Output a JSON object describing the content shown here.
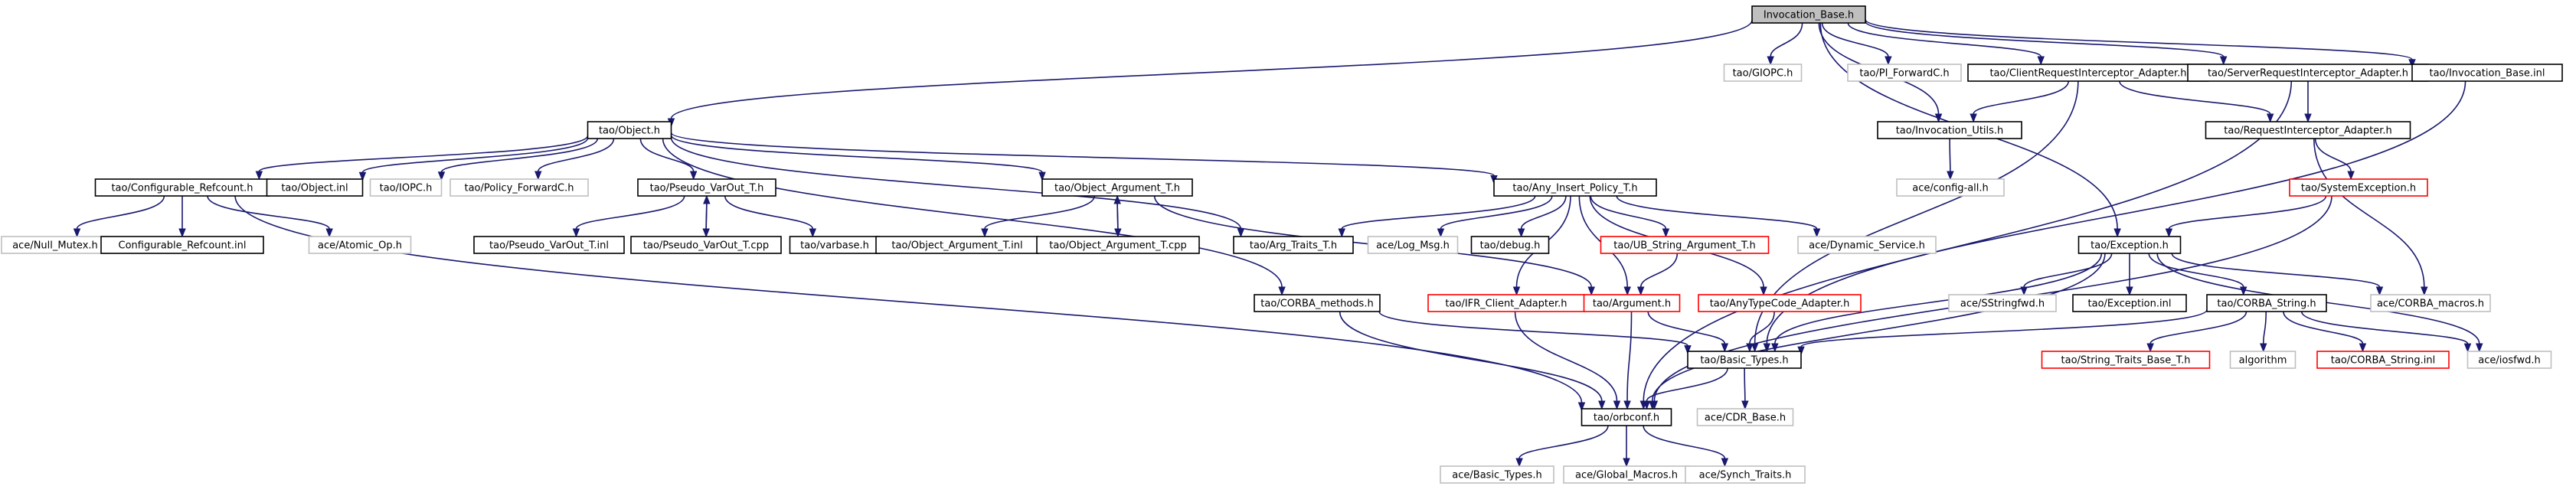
{
  "colors": {
    "edge": "#191970",
    "root_fill": "#bfbfbf",
    "normal_border": "#000000",
    "red_border": "#ff0000",
    "plain_border": "#bfbfbf",
    "text": "#000000"
  },
  "nodes": [
    {
      "id": "invocation_base_h",
      "label": "Invocation_Base.h",
      "style": "root"
    },
    {
      "id": "giopc_h",
      "label": "tao/GIOPC.h",
      "style": "plain"
    },
    {
      "id": "pi_forwardc_h",
      "label": "tao/PI_ForwardC.h",
      "style": "plain"
    },
    {
      "id": "client_req_interceptor_adapter_h",
      "label": "tao/ClientRequestInterceptor_Adapter.h",
      "style": "normal"
    },
    {
      "id": "server_req_interceptor_adapter_h",
      "label": "tao/ServerRequestInterceptor_Adapter.h",
      "style": "normal"
    },
    {
      "id": "invocation_base_inl",
      "label": "tao/Invocation_Base.inl",
      "style": "normal"
    },
    {
      "id": "object_h",
      "label": "tao/Object.h",
      "style": "normal"
    },
    {
      "id": "invocation_utils_h",
      "label": "tao/Invocation_Utils.h",
      "style": "normal"
    },
    {
      "id": "request_interceptor_adapter_h",
      "label": "tao/RequestInterceptor_Adapter.h",
      "style": "normal"
    },
    {
      "id": "configurable_refcount_h",
      "label": "tao/Configurable_Refcount.h",
      "style": "normal"
    },
    {
      "id": "object_inl",
      "label": "tao/Object.inl",
      "style": "normal"
    },
    {
      "id": "iopc_h",
      "label": "tao/IOPC.h",
      "style": "plain"
    },
    {
      "id": "policy_forwardc_h",
      "label": "tao/Policy_ForwardC.h",
      "style": "plain"
    },
    {
      "id": "pseudo_varout_t_h",
      "label": "tao/Pseudo_VarOut_T.h",
      "style": "normal"
    },
    {
      "id": "object_argument_t_h",
      "label": "tao/Object_Argument_T.h",
      "style": "normal"
    },
    {
      "id": "any_insert_policy_t_h",
      "label": "tao/Any_Insert_Policy_T.h",
      "style": "normal"
    },
    {
      "id": "config_all_h",
      "label": "ace/config-all.h",
      "style": "plain"
    },
    {
      "id": "system_exception_h",
      "label": "tao/SystemException.h",
      "style": "red"
    },
    {
      "id": "null_mutex_h",
      "label": "ace/Null_Mutex.h",
      "style": "plain"
    },
    {
      "id": "configurable_refcount_inl",
      "label": "Configurable_Refcount.inl",
      "style": "normal"
    },
    {
      "id": "atomic_op_h",
      "label": "ace/Atomic_Op.h",
      "style": "plain"
    },
    {
      "id": "pseudo_varout_t_inl",
      "label": "tao/Pseudo_VarOut_T.inl",
      "style": "normal"
    },
    {
      "id": "pseudo_varout_t_cpp",
      "label": "tao/Pseudo_VarOut_T.cpp",
      "style": "normal"
    },
    {
      "id": "varbase_h",
      "label": "tao/varbase.h",
      "style": "normal"
    },
    {
      "id": "object_argument_t_inl",
      "label": "tao/Object_Argument_T.inl",
      "style": "normal"
    },
    {
      "id": "object_argument_t_cpp",
      "label": "tao/Object_Argument_T.cpp",
      "style": "normal"
    },
    {
      "id": "arg_traits_t_h",
      "label": "tao/Arg_Traits_T.h",
      "style": "normal"
    },
    {
      "id": "log_msg_h",
      "label": "ace/Log_Msg.h",
      "style": "plain"
    },
    {
      "id": "debug_h",
      "label": "tao/debug.h",
      "style": "normal"
    },
    {
      "id": "ub_string_argument_t_h",
      "label": "tao/UB_String_Argument_T.h",
      "style": "red"
    },
    {
      "id": "dynamic_service_h",
      "label": "ace/Dynamic_Service.h",
      "style": "plain"
    },
    {
      "id": "exception_h",
      "label": "tao/Exception.h",
      "style": "normal"
    },
    {
      "id": "corba_methods_h",
      "label": "tao/CORBA_methods.h",
      "style": "normal"
    },
    {
      "id": "ifr_client_adapter_h",
      "label": "tao/IFR_Client_Adapter.h",
      "style": "red"
    },
    {
      "id": "argument_h",
      "label": "tao/Argument.h",
      "style": "red"
    },
    {
      "id": "anytypecode_adapter_h",
      "label": "tao/AnyTypeCode_Adapter.h",
      "style": "red"
    },
    {
      "id": "sstringfwd_h",
      "label": "ace/SStringfwd.h",
      "style": "plain"
    },
    {
      "id": "exception_inl",
      "label": "tao/Exception.inl",
      "style": "normal"
    },
    {
      "id": "corba_string_h",
      "label": "tao/CORBA_String.h",
      "style": "normal"
    },
    {
      "id": "corba_macros_h",
      "label": "ace/CORBA_macros.h",
      "style": "plain"
    },
    {
      "id": "basic_types_h",
      "label": "tao/Basic_Types.h",
      "style": "normal"
    },
    {
      "id": "string_traits_base_t_h",
      "label": "tao/String_Traits_Base_T.h",
      "style": "red"
    },
    {
      "id": "algorithm",
      "label": "algorithm",
      "style": "plain"
    },
    {
      "id": "corba_string_inl",
      "label": "tao/CORBA_String.inl",
      "style": "red"
    },
    {
      "id": "iosfwd_h",
      "label": "ace/iosfwd.h",
      "style": "plain"
    },
    {
      "id": "orbconf_h",
      "label": "tao/orbconf.h",
      "style": "normal"
    },
    {
      "id": "cdr_base_h",
      "label": "ace/CDR_Base.h",
      "style": "plain"
    },
    {
      "id": "ace_basic_types_h",
      "label": "ace/Basic_Types.h",
      "style": "plain"
    },
    {
      "id": "global_macros_h",
      "label": "ace/Global_Macros.h",
      "style": "plain"
    },
    {
      "id": "synch_traits_h",
      "label": "ace/Synch_Traits.h",
      "style": "plain"
    }
  ],
  "edges": [
    {
      "from": "invocation_base_h",
      "to": "giopc_h"
    },
    {
      "from": "invocation_base_h",
      "to": "pi_forwardc_h"
    },
    {
      "from": "invocation_base_h",
      "to": "client_req_interceptor_adapter_h"
    },
    {
      "from": "invocation_base_h",
      "to": "server_req_interceptor_adapter_h"
    },
    {
      "from": "invocation_base_h",
      "to": "invocation_base_inl"
    },
    {
      "from": "invocation_base_h",
      "to": "object_h"
    },
    {
      "from": "invocation_base_h",
      "to": "invocation_utils_h"
    },
    {
      "from": "invocation_base_h",
      "to": "exception_h"
    },
    {
      "from": "client_req_interceptor_adapter_h",
      "to": "invocation_utils_h"
    },
    {
      "from": "client_req_interceptor_adapter_h",
      "to": "request_interceptor_adapter_h"
    },
    {
      "from": "client_req_interceptor_adapter_h",
      "to": "basic_types_h"
    },
    {
      "from": "server_req_interceptor_adapter_h",
      "to": "request_interceptor_adapter_h"
    },
    {
      "from": "server_req_interceptor_adapter_h",
      "to": "orbconf_h"
    },
    {
      "from": "invocation_base_inl",
      "to": "basic_types_h"
    },
    {
      "from": "invocation_utils_h",
      "to": "config_all_h"
    },
    {
      "from": "request_interceptor_adapter_h",
      "to": "system_exception_h"
    },
    {
      "from": "request_interceptor_adapter_h",
      "to": "corba_macros_h"
    },
    {
      "from": "system_exception_h",
      "to": "exception_h"
    },
    {
      "from": "system_exception_h",
      "to": "orbconf_h"
    },
    {
      "from": "object_h",
      "to": "configurable_refcount_h"
    },
    {
      "from": "object_h",
      "to": "object_inl"
    },
    {
      "from": "object_h",
      "to": "iopc_h"
    },
    {
      "from": "object_h",
      "to": "policy_forwardc_h"
    },
    {
      "from": "object_h",
      "to": "pseudo_varout_t_h"
    },
    {
      "from": "object_h",
      "to": "object_argument_t_h"
    },
    {
      "from": "object_h",
      "to": "any_insert_policy_t_h"
    },
    {
      "from": "object_h",
      "to": "arg_traits_t_h"
    },
    {
      "from": "object_h",
      "to": "corba_methods_h"
    },
    {
      "from": "configurable_refcount_h",
      "to": "null_mutex_h"
    },
    {
      "from": "configurable_refcount_h",
      "to": "configurable_refcount_inl"
    },
    {
      "from": "configurable_refcount_h",
      "to": "atomic_op_h"
    },
    {
      "from": "configurable_refcount_h",
      "to": "orbconf_h"
    },
    {
      "from": "pseudo_varout_t_h",
      "to": "pseudo_varout_t_inl"
    },
    {
      "from": "pseudo_varout_t_h",
      "to": "pseudo_varout_t_cpp"
    },
    {
      "from": "pseudo_varout_t_h",
      "to": "varbase_h"
    },
    {
      "from": "pseudo_varout_t_cpp",
      "to": "pseudo_varout_t_h"
    },
    {
      "from": "object_argument_t_h",
      "to": "object_argument_t_inl"
    },
    {
      "from": "object_argument_t_h",
      "to": "object_argument_t_cpp"
    },
    {
      "from": "object_argument_t_h",
      "to": "argument_h"
    },
    {
      "from": "object_argument_t_cpp",
      "to": "object_argument_t_h"
    },
    {
      "from": "any_insert_policy_t_h",
      "to": "arg_traits_t_h"
    },
    {
      "from": "any_insert_policy_t_h",
      "to": "log_msg_h"
    },
    {
      "from": "any_insert_policy_t_h",
      "to": "debug_h"
    },
    {
      "from": "any_insert_policy_t_h",
      "to": "ub_string_argument_t_h"
    },
    {
      "from": "any_insert_policy_t_h",
      "to": "dynamic_service_h"
    },
    {
      "from": "any_insert_policy_t_h",
      "to": "ifr_client_adapter_h"
    },
    {
      "from": "any_insert_policy_t_h",
      "to": "argument_h"
    },
    {
      "from": "any_insert_policy_t_h",
      "to": "anytypecode_adapter_h"
    },
    {
      "from": "ub_string_argument_t_h",
      "to": "argument_h"
    },
    {
      "from": "exception_h",
      "to": "sstringfwd_h"
    },
    {
      "from": "exception_h",
      "to": "exception_inl"
    },
    {
      "from": "exception_h",
      "to": "corba_string_h"
    },
    {
      "from": "exception_h",
      "to": "corba_macros_h"
    },
    {
      "from": "exception_h",
      "to": "basic_types_h"
    },
    {
      "from": "exception_h",
      "to": "iosfwd_h"
    },
    {
      "from": "exception_h",
      "to": "orbconf_h"
    },
    {
      "from": "corba_methods_h",
      "to": "basic_types_h"
    },
    {
      "from": "corba_methods_h",
      "to": "orbconf_h"
    },
    {
      "from": "ifr_client_adapter_h",
      "to": "orbconf_h"
    },
    {
      "from": "argument_h",
      "to": "basic_types_h"
    },
    {
      "from": "argument_h",
      "to": "orbconf_h"
    },
    {
      "from": "anytypecode_adapter_h",
      "to": "basic_types_h"
    },
    {
      "from": "corba_string_h",
      "to": "basic_types_h"
    },
    {
      "from": "corba_string_h",
      "to": "string_traits_base_t_h"
    },
    {
      "from": "corba_string_h",
      "to": "algorithm"
    },
    {
      "from": "corba_string_h",
      "to": "corba_string_inl"
    },
    {
      "from": "corba_string_h",
      "to": "iosfwd_h"
    },
    {
      "from": "basic_types_h",
      "to": "orbconf_h"
    },
    {
      "from": "basic_types_h",
      "to": "cdr_base_h"
    },
    {
      "from": "orbconf_h",
      "to": "ace_basic_types_h"
    },
    {
      "from": "orbconf_h",
      "to": "global_macros_h"
    },
    {
      "from": "orbconf_h",
      "to": "synch_traits_h"
    }
  ]
}
